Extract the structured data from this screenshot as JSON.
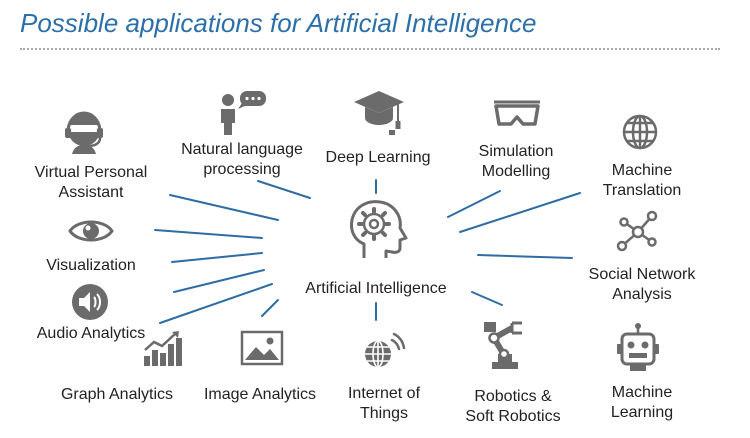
{
  "title": "Possible applications for Artificial Intelligence",
  "colors": {
    "title": "#2d6fa8",
    "line": "#2e6da4",
    "icon": "#6b6b6b"
  },
  "center": {
    "label": "Artificial Intelligence",
    "icon": "head-gear-icon"
  },
  "applications": [
    {
      "id": "virtual-personal-assistant",
      "lines": [
        "Virtual Personal",
        "Assistant"
      ],
      "icon": "headset-icon"
    },
    {
      "id": "natural-language-processing",
      "lines": [
        "Natural language",
        "processing"
      ],
      "icon": "person-speech-icon"
    },
    {
      "id": "deep-learning",
      "lines": [
        "Deep Learning"
      ],
      "icon": "graduation-cap-icon"
    },
    {
      "id": "simulation-modelling",
      "lines": [
        "Simulation",
        "Modelling"
      ],
      "icon": "vr-goggles-icon"
    },
    {
      "id": "machine-translation",
      "lines": [
        "Machine",
        "Translation"
      ],
      "icon": "globe-icon"
    },
    {
      "id": "visualization",
      "lines": [
        "Visualization"
      ],
      "icon": "eye-icon"
    },
    {
      "id": "social-network-analysis",
      "lines": [
        "Social Network",
        "Analysis"
      ],
      "icon": "network-icon"
    },
    {
      "id": "audio-analytics",
      "lines": [
        "Audio Analytics"
      ],
      "icon": "speaker-icon"
    },
    {
      "id": "graph-analytics",
      "lines": [
        "Graph Analytics"
      ],
      "icon": "bar-chart-icon"
    },
    {
      "id": "image-analytics",
      "lines": [
        "Image Analytics"
      ],
      "icon": "picture-icon"
    },
    {
      "id": "internet-of-things",
      "lines": [
        "Internet of",
        "Things"
      ],
      "icon": "globe-wifi-icon"
    },
    {
      "id": "robotics",
      "lines": [
        "Robotics &",
        "Soft Robotics"
      ],
      "icon": "robot-arm-icon"
    },
    {
      "id": "machine-learning",
      "lines": [
        "Machine",
        "Learning"
      ],
      "icon": "robot-head-icon"
    }
  ]
}
